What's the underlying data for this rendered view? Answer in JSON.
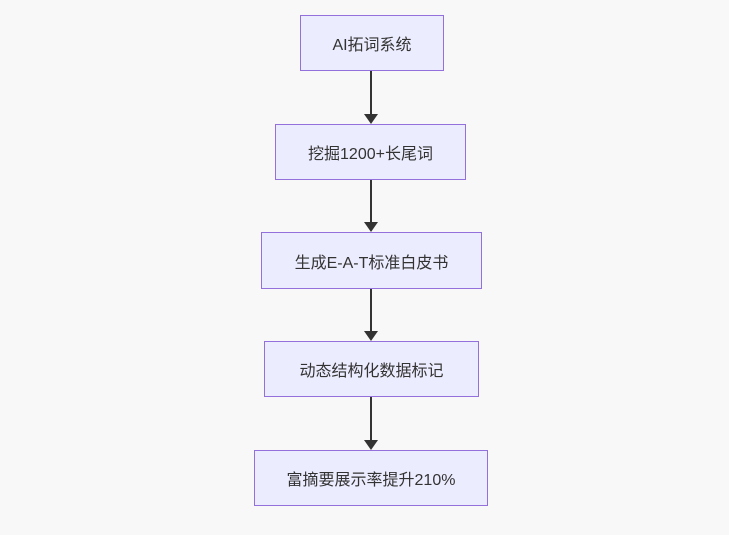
{
  "diagram": {
    "type": "flowchart",
    "direction": "top-to-bottom",
    "nodes": [
      {
        "label": "AI拓词系统"
      },
      {
        "label": "挖掘1200+长尾词"
      },
      {
        "label": "生成E-A-T标准白皮书"
      },
      {
        "label": "动态结构化数据标记"
      },
      {
        "label": "富摘要展示率提升210%"
      }
    ],
    "edges": [
      {
        "from": "AI拓词系统",
        "to": "挖掘1200+长尾词"
      },
      {
        "from": "挖掘1200+长尾词",
        "to": "生成E-A-T标准白皮书"
      },
      {
        "from": "生成E-A-T标准白皮书",
        "to": "动态结构化数据标记"
      },
      {
        "from": "动态结构化数据标记",
        "to": "富摘要展示率提升210%"
      }
    ],
    "colors": {
      "background": "#f8f8f8",
      "node_fill": "#ececff",
      "node_border": "#9370db",
      "arrow": "#333333",
      "text": "#333333"
    }
  }
}
